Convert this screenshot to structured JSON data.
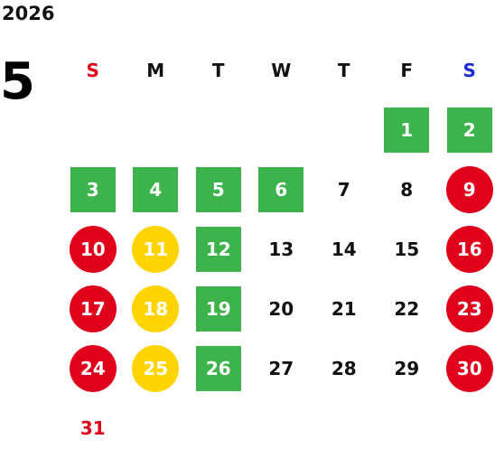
{
  "calendar": {
    "year": "2026",
    "month": "5",
    "weekdays": [
      "S",
      "M",
      "T",
      "W",
      "T",
      "F",
      "S"
    ],
    "day_styles": {
      "green": "#3cb44b",
      "red": "#e0001b",
      "yellow": "#ffd400"
    },
    "days": [
      {
        "n": "1",
        "style": "green"
      },
      {
        "n": "2",
        "style": "green"
      },
      {
        "n": "3",
        "style": "green"
      },
      {
        "n": "4",
        "style": "green"
      },
      {
        "n": "5",
        "style": "green"
      },
      {
        "n": "6",
        "style": "green"
      },
      {
        "n": "7",
        "style": "plain"
      },
      {
        "n": "8",
        "style": "plain"
      },
      {
        "n": "9",
        "style": "red"
      },
      {
        "n": "10",
        "style": "red"
      },
      {
        "n": "11",
        "style": "yellow"
      },
      {
        "n": "12",
        "style": "green"
      },
      {
        "n": "13",
        "style": "plain"
      },
      {
        "n": "14",
        "style": "plain"
      },
      {
        "n": "15",
        "style": "plain"
      },
      {
        "n": "16",
        "style": "red"
      },
      {
        "n": "17",
        "style": "red"
      },
      {
        "n": "18",
        "style": "yellow"
      },
      {
        "n": "19",
        "style": "green"
      },
      {
        "n": "20",
        "style": "plain"
      },
      {
        "n": "21",
        "style": "plain"
      },
      {
        "n": "22",
        "style": "plain"
      },
      {
        "n": "23",
        "style": "red"
      },
      {
        "n": "24",
        "style": "red"
      },
      {
        "n": "25",
        "style": "yellow"
      },
      {
        "n": "26",
        "style": "green"
      },
      {
        "n": "27",
        "style": "plain"
      },
      {
        "n": "28",
        "style": "plain"
      },
      {
        "n": "29",
        "style": "plain"
      },
      {
        "n": "30",
        "style": "red"
      },
      {
        "n": "31",
        "style": "redtext"
      }
    ]
  }
}
